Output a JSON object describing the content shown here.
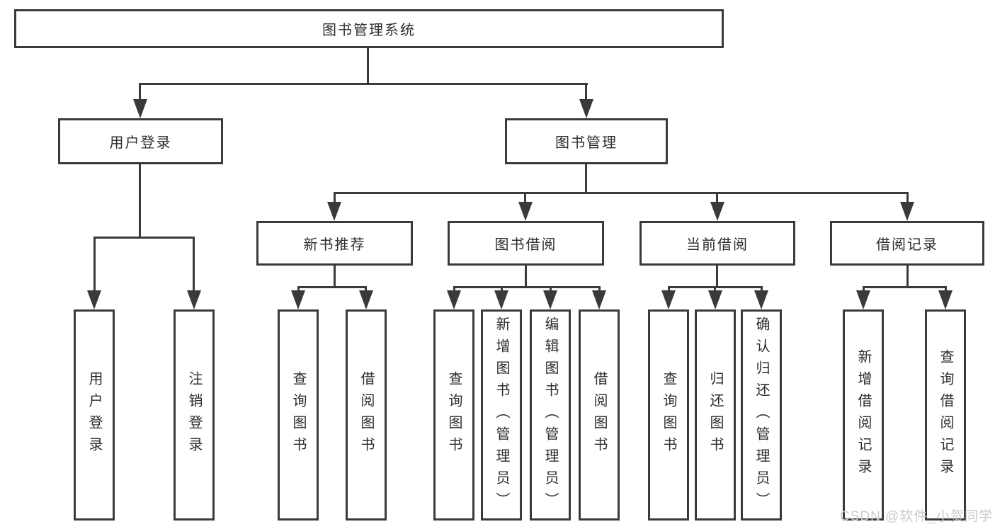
{
  "tree": {
    "root": {
      "label": "图书管理系统"
    },
    "branches": [
      {
        "label": "用户登录",
        "children": [
          {
            "label": "用户登录"
          },
          {
            "label": "注销登录"
          }
        ]
      },
      {
        "label": "图书管理",
        "children": [
          {
            "label": "新书推荐",
            "children": [
              {
                "label": "查询图书"
              },
              {
                "label": "借阅图书"
              }
            ]
          },
          {
            "label": "图书借阅",
            "children": [
              {
                "label": "查询图书"
              },
              {
                "label": "新增图书（管理员）"
              },
              {
                "label": "编辑图书（管理员）"
              },
              {
                "label": "借阅图书"
              }
            ]
          },
          {
            "label": "当前借阅",
            "children": [
              {
                "label": "查询图书"
              },
              {
                "label": "归还图书"
              },
              {
                "label": "确认归还（管理员）"
              }
            ]
          },
          {
            "label": "借阅记录",
            "children": [
              {
                "label": "新增借阅记录"
              },
              {
                "label": "查询借阅记录"
              }
            ]
          }
        ]
      }
    ]
  },
  "watermark": {
    "text": "CSDN @软件_小贺同学"
  },
  "colors": {
    "line": "#3a3a3a",
    "text": "#2d2d2d",
    "watermark": "#cbcbcb",
    "background": "#ffffff"
  }
}
